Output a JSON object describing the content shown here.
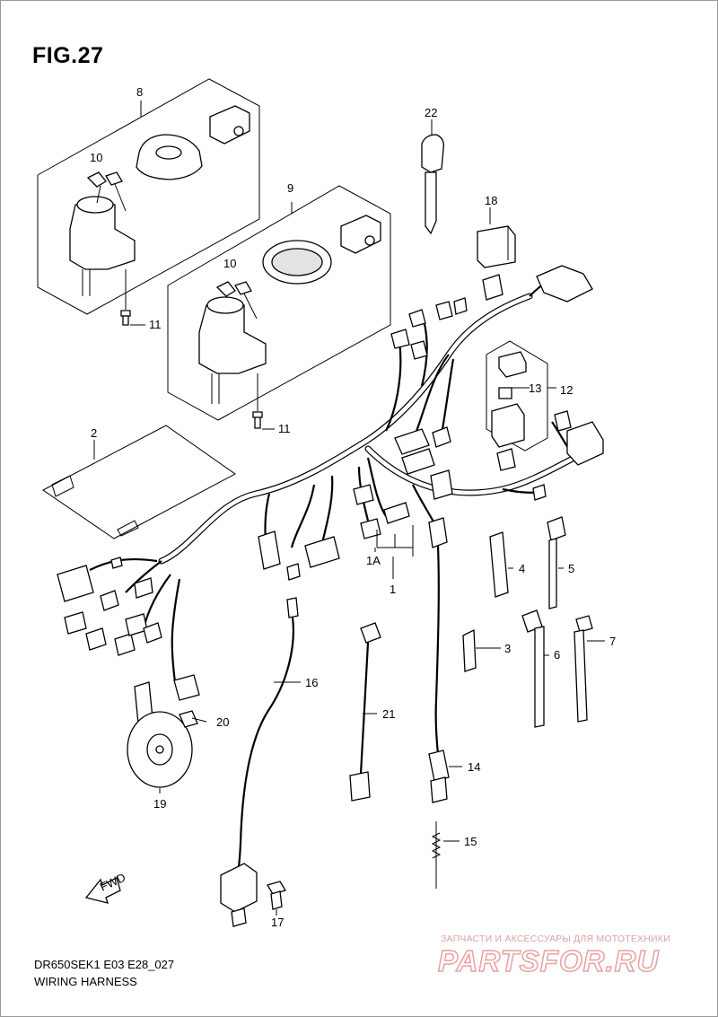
{
  "figure": {
    "title": "FIG.27"
  },
  "caption": {
    "model_code": "DR650SEK1 E03 E28_027",
    "title": "WIRING HARNESS"
  },
  "watermark": {
    "tagline": "ЗАПЧАСТИ И АКСЕССУАРЫ ДЛЯ МОТОТЕХНИКИ",
    "logo": "PARTSFOR.RU"
  },
  "fwd_label": "FWD",
  "callouts": {
    "p1": "1",
    "p1a": "1A",
    "p2": "2",
    "p3": "3",
    "p4": "4",
    "p5": "5",
    "p6": "6",
    "p7": "7",
    "p8": "8",
    "p9": "9",
    "p10a": "10",
    "p10b": "10",
    "p11a": "11",
    "p11b": "11",
    "p12": "12",
    "p13": "13",
    "p14": "14",
    "p15": "15",
    "p16": "16",
    "p17": "17",
    "p18": "18",
    "p19": "19",
    "p20": "20",
    "p21": "21",
    "p22": "22"
  },
  "colors": {
    "ink": "#000000",
    "watermark": "#e9a0a0",
    "frame": "#9a9a9a"
  }
}
